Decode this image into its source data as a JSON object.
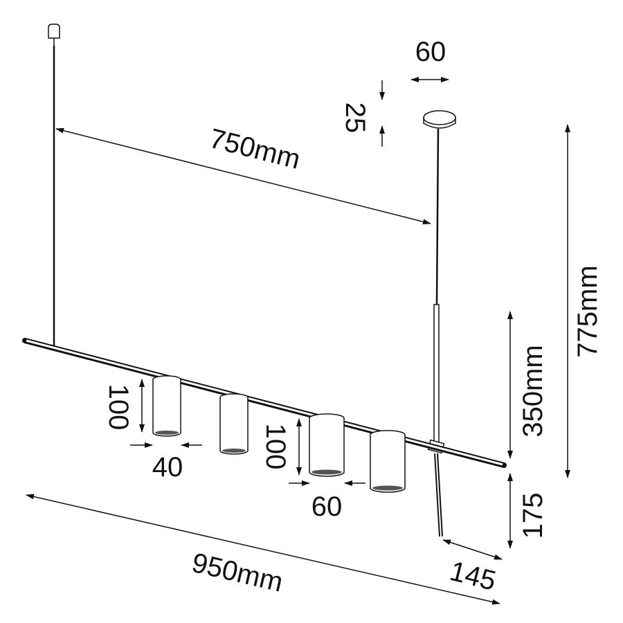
{
  "diagram": {
    "title": "Pendant lamp dimension drawing",
    "labels": {
      "canopy_width": "60",
      "canopy_height": "25",
      "suspension_spacing": "750mm",
      "total_height": "775mm",
      "rod_upper": "350mm",
      "rod_lower": "175",
      "rod_offset": "145",
      "bar_length": "950mm",
      "small_shade_height": "100",
      "small_shade_diameter": "40",
      "large_shade_height": "100",
      "large_shade_diameter": "60"
    }
  }
}
